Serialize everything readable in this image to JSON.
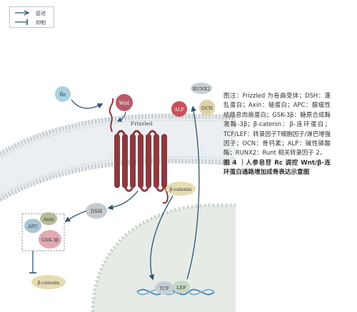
{
  "legend": {
    "promote_label": "促进",
    "inhibit_label": "抑制"
  },
  "diagram": {
    "molecules": {
      "rc": "Rc",
      "wnt": "Wnt",
      "frizzled": "Frizzled",
      "dsh": "DSH",
      "apc": "APC",
      "axin": "Axin",
      "gsk3b": "GSK-3β",
      "beta_catenin_cytoplasm": "β-catenin",
      "beta_catenin_nucleus": "β-catenin",
      "tcf": "TCF",
      "lef": "LEF",
      "alp": "ALP",
      "ocn": "OCN",
      "runx2": "RUNX2"
    },
    "colors": {
      "rc": "#a9d1e0",
      "wnt": "#b85a6b",
      "receptor": "#8b3a3f",
      "dsh": "#c5cace",
      "apc": "#a8c6d6",
      "axin": "#b7bb98",
      "gsk3b": "#e2a9b1",
      "beta_catenin": "#e6dcb2",
      "tcf": "#c3cfd5",
      "lef": "#c7d6c6",
      "alp": "#c8525a",
      "ocn": "#ddd2a4",
      "runx2": "#c8d0d3",
      "membrane": "#d9dde0",
      "nucleus": "#dfe6e0",
      "dna": "#4f8fb8",
      "arrow": "#2e5470"
    }
  },
  "caption": {
    "text": "图注：Frizzled 为卷曲受体；DSH：蓬乱蛋白；Axin：轴蛋白；APC：腺瘤性结肠息肉病蛋白；GSK-3β：糖原合成酶激酶-3β；β-catenin：β-连环蛋白；TCF/LEF：转录因子T细胞因子/淋巴增强因子；OCN：骨钙素；ALP：碱性磷酸酶；RUNX2：Runt 相关转录因子 2。",
    "figure_title": "图 4 ｜人参皂苷 Rc 调控 Wnt/β-连环蛋白通路增加成骨表达示意图"
  }
}
